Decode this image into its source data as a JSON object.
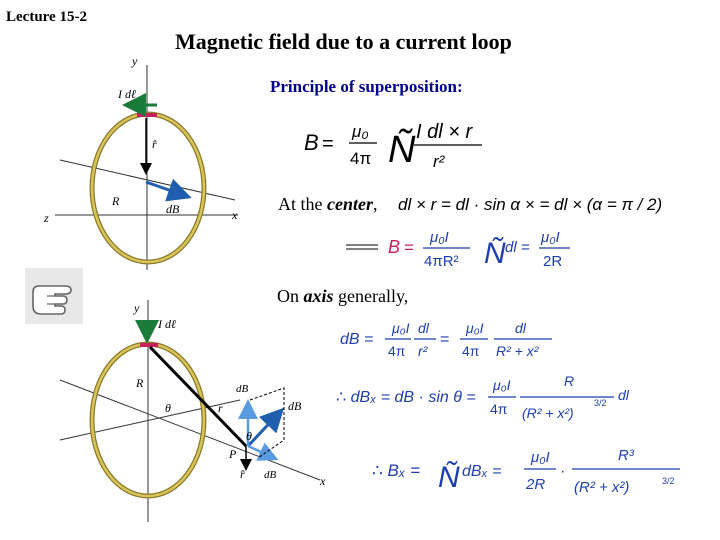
{
  "header": {
    "lecture": "Lecture 15-2",
    "title": "Magnetic field due to a current loop"
  },
  "principle": "Principle of superposition:",
  "center": {
    "label_prefix": "At the ",
    "label_em": "center",
    "label_suffix": ","
  },
  "axis": {
    "label_prefix": "On ",
    "label_em": "axis",
    "label_suffix": " generally,"
  },
  "figure1": {
    "y": "y",
    "z": "z",
    "x": "x",
    "Idl": "I dℓ",
    "rhat": "r̂",
    "R": "R",
    "dB": "dB"
  },
  "figure2": {
    "y": "y",
    "x": "x",
    "Idl": "I dℓ",
    "R": "R",
    "theta": "θ",
    "r": "r",
    "dBy": "dB",
    "dBx": "dB",
    "dB": "dB",
    "P": "P",
    "rhat": "r̂",
    "theta2": "θ"
  },
  "colors": {
    "loop": "#b8a23a",
    "green": "#1a7a3a",
    "blue": "#1f5fae",
    "red": "#c8205a",
    "eq_blue": "#1f3fae"
  }
}
